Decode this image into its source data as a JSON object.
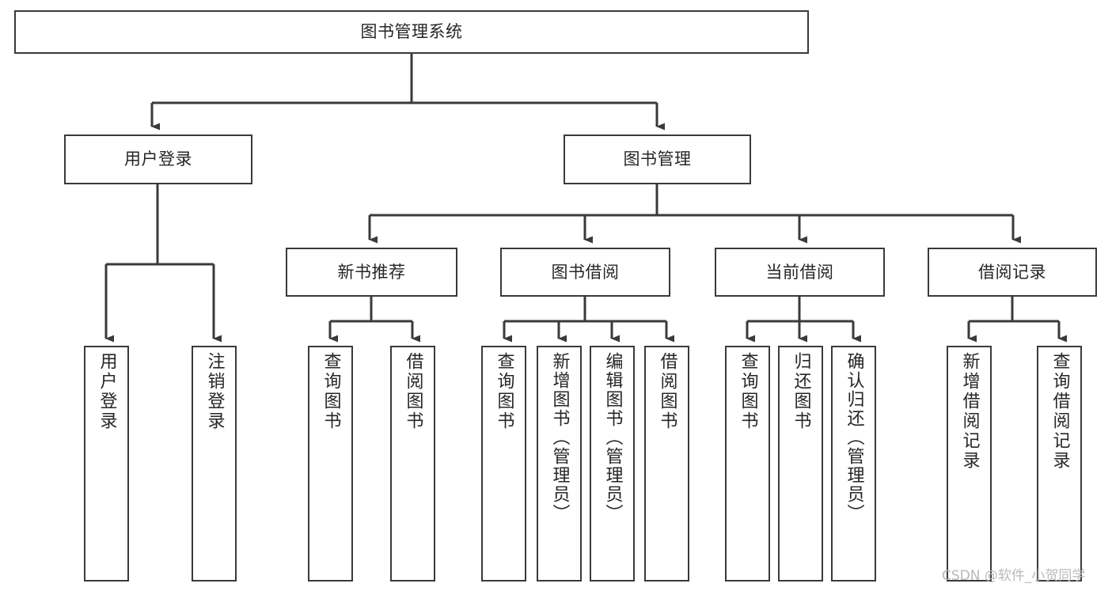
{
  "diagram": {
    "type": "tree-hierarchy-chart",
    "title": "图书管理系统",
    "colors": {
      "background": "#ffffff",
      "box_border": "#3a3a3a",
      "connector": "#3a3a3a",
      "text": "#262626",
      "watermark": "#b9b9b9"
    },
    "root": {
      "label": "图书管理系统",
      "orientation": "horizontal"
    },
    "level2": [
      {
        "label": "用户登录",
        "orientation": "horizontal"
      },
      {
        "label": "图书管理",
        "orientation": "horizontal"
      }
    ],
    "level3": [
      {
        "label": "新书推荐",
        "orientation": "horizontal",
        "parent": "图书管理"
      },
      {
        "label": "图书借阅",
        "orientation": "horizontal",
        "parent": "图书管理"
      },
      {
        "label": "当前借阅",
        "orientation": "horizontal",
        "parent": "图书管理"
      },
      {
        "label": "借阅记录",
        "orientation": "horizontal",
        "parent": "图书管理"
      }
    ],
    "leaves": [
      {
        "label": "用户登录",
        "parent": "用户登录",
        "orientation": "vertical"
      },
      {
        "label": "注销登录",
        "parent": "用户登录",
        "orientation": "vertical"
      },
      {
        "label": "查询图书",
        "parent": "新书推荐",
        "orientation": "vertical"
      },
      {
        "label": "借阅图书",
        "parent": "新书推荐",
        "orientation": "vertical"
      },
      {
        "label": "查询图书",
        "parent": "图书借阅",
        "orientation": "vertical"
      },
      {
        "label": "新增图书（管理员）",
        "parent": "图书借阅",
        "orientation": "vertical"
      },
      {
        "label": "编辑图书（管理员）",
        "parent": "图书借阅",
        "orientation": "vertical"
      },
      {
        "label": "借阅图书",
        "parent": "图书借阅",
        "orientation": "vertical"
      },
      {
        "label": "查询图书",
        "parent": "当前借阅",
        "orientation": "vertical"
      },
      {
        "label": "归还图书",
        "parent": "当前借阅",
        "orientation": "vertical"
      },
      {
        "label": "确认归还（管理员）",
        "parent": "当前借阅",
        "orientation": "vertical"
      },
      {
        "label": "新增借阅记录",
        "parent": "借阅记录",
        "orientation": "vertical"
      },
      {
        "label": "查询借阅记录",
        "parent": "借阅记录",
        "orientation": "vertical"
      }
    ]
  },
  "watermark": {
    "text": "CSDN @软件_小贺同学"
  }
}
